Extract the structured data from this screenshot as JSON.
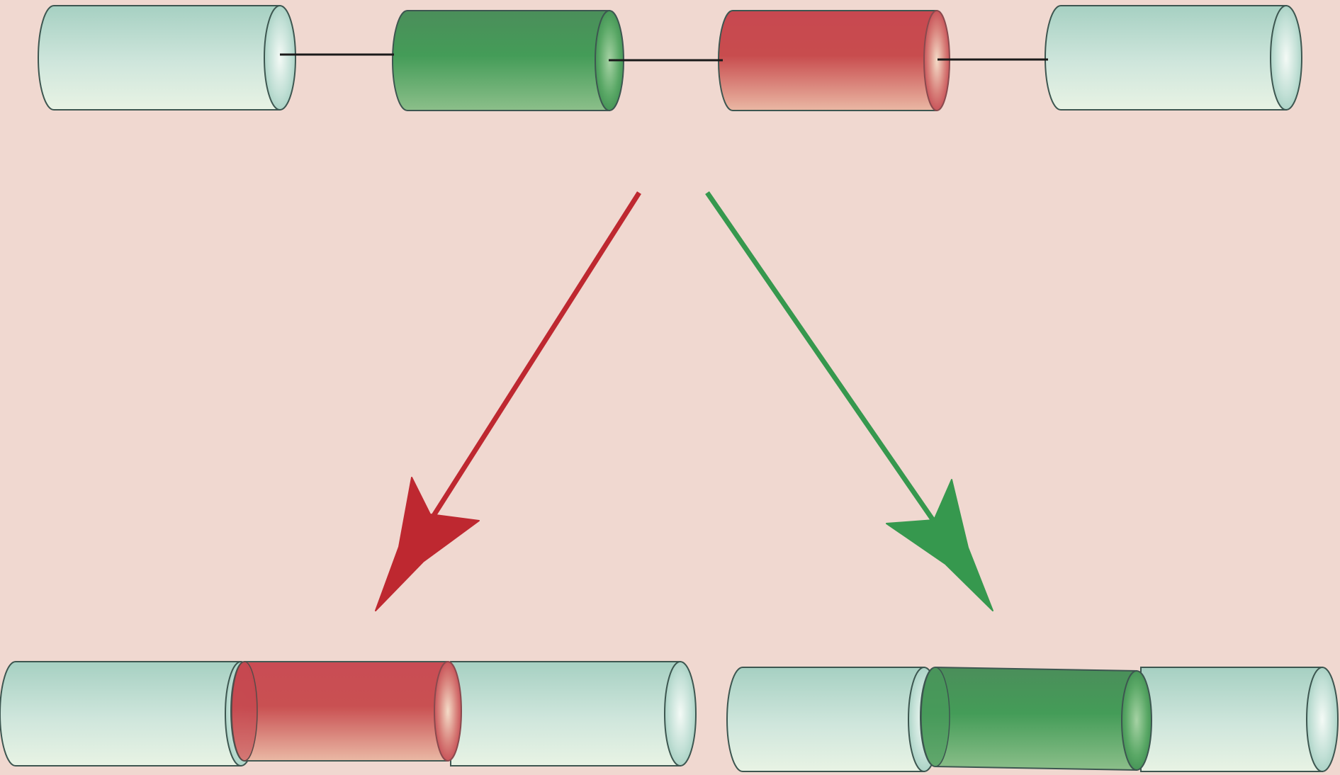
{
  "diagram": {
    "background_color": "#f0d8d0",
    "description_free": true,
    "colors": {
      "constant_segment": "#bfe0d4",
      "green_segment": "#3f9a58",
      "red_segment": "#c84850",
      "connector": "#1a1a1a",
      "arrow_red": "#be2830",
      "arrow_green": "#36984e",
      "outline": "#3d5650"
    },
    "top_row": {
      "segments": [
        {
          "kind": "constant"
        },
        {
          "kind": "green"
        },
        {
          "kind": "red"
        },
        {
          "kind": "constant"
        }
      ],
      "connectors": 3
    },
    "arrows": [
      {
        "color_key": "arrow_red",
        "points_to": "bottom-left"
      },
      {
        "color_key": "arrow_green",
        "points_to": "bottom-right"
      }
    ],
    "bottom_left_row": {
      "segments": [
        {
          "kind": "constant"
        },
        {
          "kind": "red"
        },
        {
          "kind": "constant"
        }
      ]
    },
    "bottom_right_row": {
      "segments": [
        {
          "kind": "constant"
        },
        {
          "kind": "green"
        },
        {
          "kind": "constant"
        }
      ]
    }
  }
}
